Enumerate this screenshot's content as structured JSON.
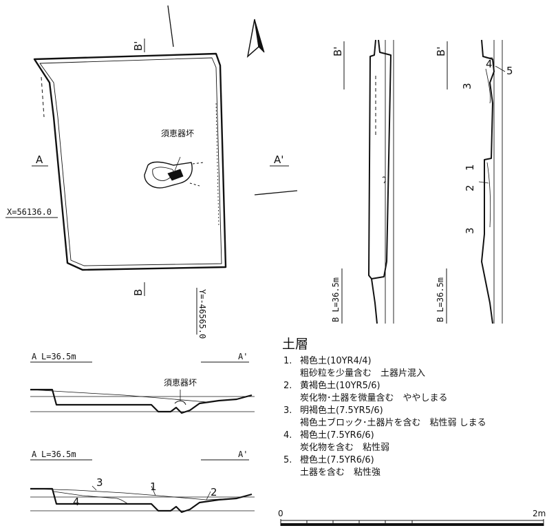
{
  "plan": {
    "label_a": "A",
    "label_a_prime": "A'",
    "label_b": "B",
    "label_b_prime": "B'",
    "x_coord": "X=56136.0",
    "y_coord": "Y=-46565.0",
    "artifact": "須恵器坏"
  },
  "section_aa_upper": {
    "label_a": "A",
    "level": "L=36.5m",
    "label_a_prime": "A'",
    "artifact": "須恵器坏"
  },
  "section_aa_lower": {
    "label_a": "A",
    "level": "L=36.5m",
    "label_a_prime": "A'",
    "layer_1": "1",
    "layer_2": "2",
    "layer_3": "3",
    "layer_4": "4"
  },
  "section_bb_left": {
    "label_b_prime": "B'",
    "label_b_level": "B L=36.5m"
  },
  "section_bb_right": {
    "label_b_prime": "B'",
    "label_b_level": "B L=36.5m",
    "layer_1": "1",
    "layer_2": "2",
    "layer_3_upper": "3",
    "layer_3_lower": "3",
    "layer_4": "4",
    "layer_5": "5"
  },
  "legend": {
    "title": "土層",
    "layers": [
      {
        "num": "1.",
        "name": "褐色土(10YR4/4)",
        "desc": "粗砂粒を少量含む　土器片混入"
      },
      {
        "num": "2.",
        "name": "黄褐色土(10YR5/6)",
        "desc": "炭化物･土器を微量含む　ややしまる"
      },
      {
        "num": "3.",
        "name": "明褐色土(7.5YR5/6)",
        "desc": "褐色土ブロック･土器片を含む　粘性弱 しまる"
      },
      {
        "num": "4.",
        "name": "褐色土(7.5YR6/6)",
        "desc": "炭化物を含む　粘性弱"
      },
      {
        "num": "5.",
        "name": "橙色土(7.5YR6/6)",
        "desc": "土器を含む　粘性強"
      }
    ]
  },
  "scale": {
    "start": "0",
    "end": "2m"
  }
}
